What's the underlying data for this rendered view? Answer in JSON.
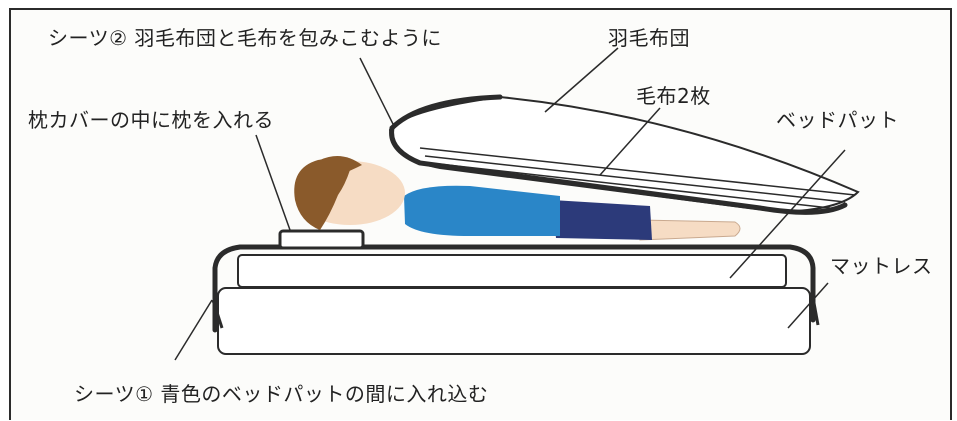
{
  "labels": {
    "sheet2": "シーツ② 羽毛布団と毛布を包みこむように",
    "duvet": "羽毛布団",
    "blankets": "毛布2枚",
    "pillow": "枕カバーの中に枕を入れる",
    "bed_pad": "ベッドパット",
    "mattress": "マットレス",
    "sheet1": "シーツ① 青色のベッドパットの間に入れ込む"
  },
  "colors": {
    "outline": "#2b2b2b",
    "shirt": "#2a86c8",
    "pants": "#2c3a7a",
    "hair": "#8a5a2b",
    "skin": "#f6dcc4"
  }
}
